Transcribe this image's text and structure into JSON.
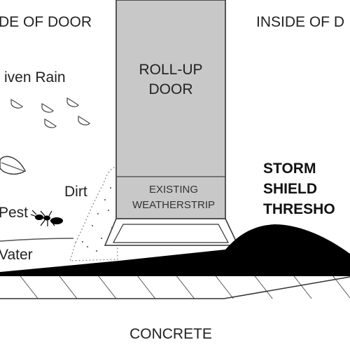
{
  "labels": {
    "outside": "DE OF DOOR",
    "inside": "INSIDE OF D",
    "rain": "iven Rain",
    "door_line1": "ROLL-UP",
    "door_line2": "DOOR",
    "dirt": "Dirt",
    "pest": "Pest",
    "water": "Vater",
    "weatherstrip_line1": "EXISTING",
    "weatherstrip_line2": "WEATHERSTRIP",
    "threshold_line1": "STORM",
    "threshold_line2": "SHIELD",
    "threshold_line3": "THRESHO",
    "concrete": "CONCRETE"
  },
  "colors": {
    "door_fill": "#c8c8c8",
    "threshold_fill": "#000000",
    "outline": "#333333",
    "background": "#ffffff"
  }
}
